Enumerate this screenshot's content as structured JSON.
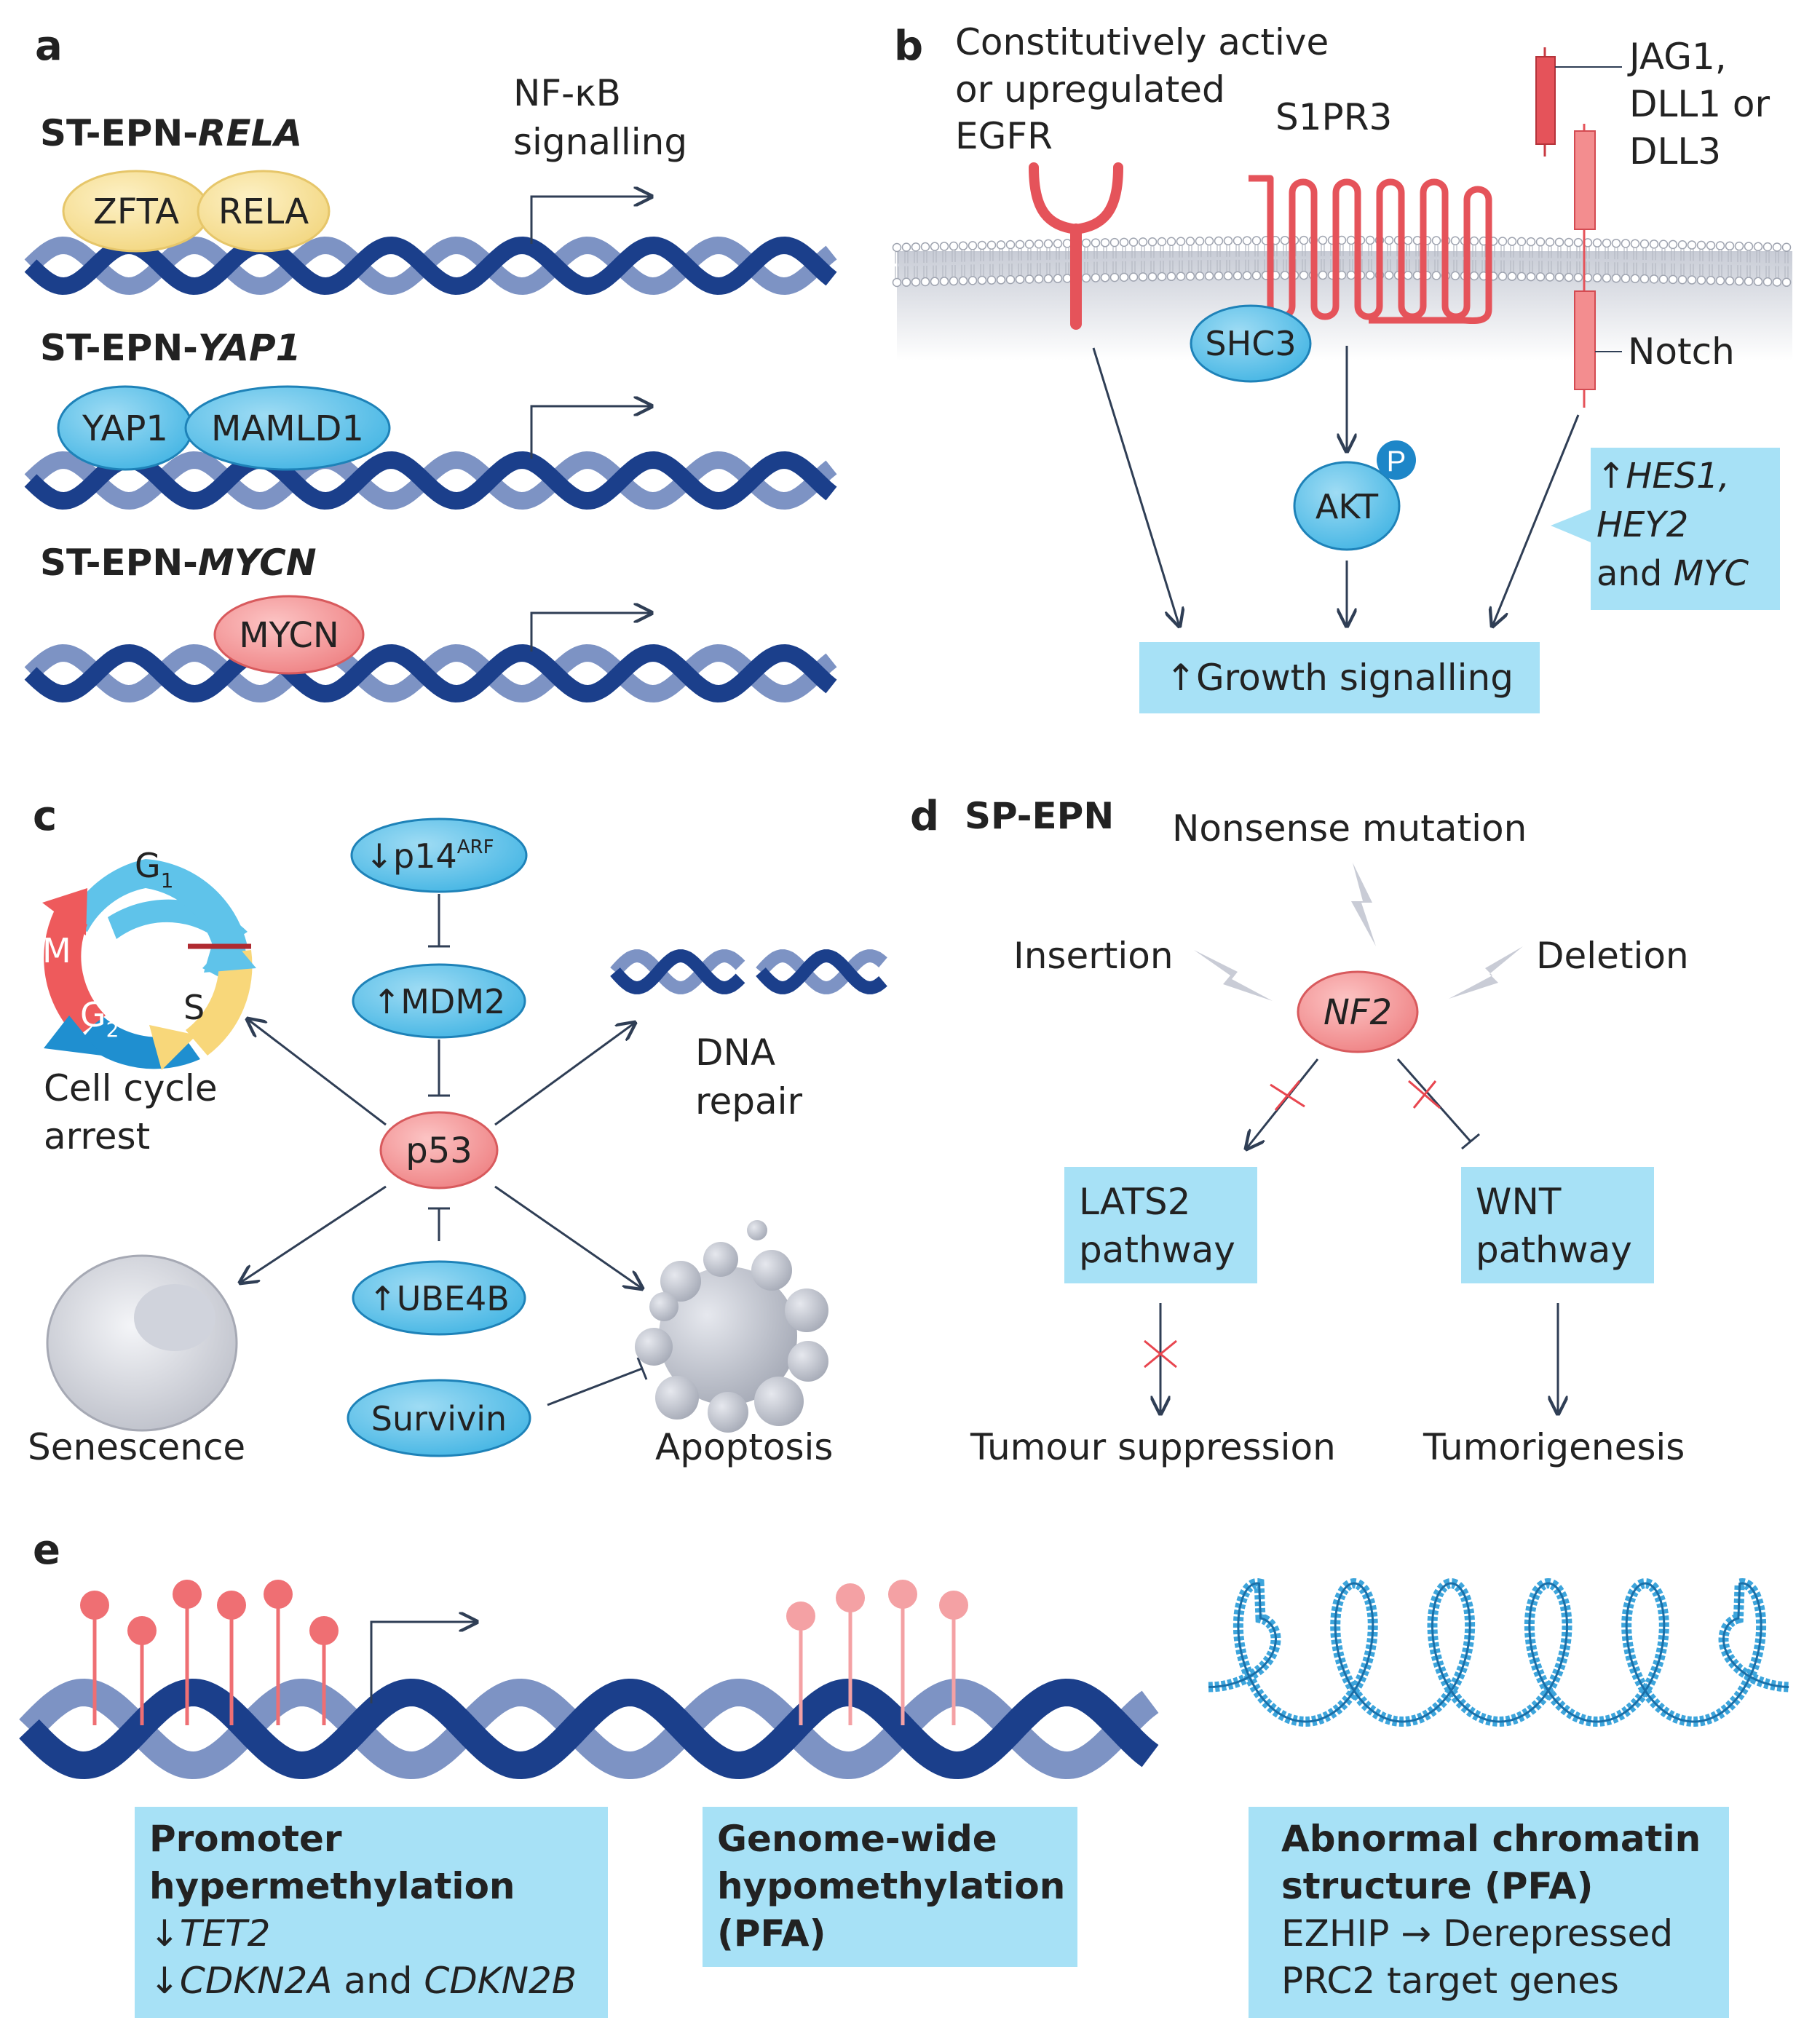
{
  "colors": {
    "dna_dark": "#1b3f8b",
    "dna_light": "#7d93c4",
    "yellow": "#f8e29a",
    "blue_oval": "#5fc3ea",
    "pink_oval": "#f6a3a3",
    "red": "#e8464f",
    "cyan_box": "#a7e1f6",
    "gray": "#c9ccd6"
  },
  "panel_a": {
    "letter": "a",
    "nfkb_label_1": "NF-κB",
    "nfkb_label_2": "signalling",
    "rows": [
      {
        "prefix": "ST-EPN-",
        "gene": "RELA",
        "proteins": [
          "ZFTA",
          "RELA"
        ]
      },
      {
        "prefix": "ST-EPN-",
        "gene": "YAP1",
        "proteins": [
          "YAP1",
          "MAMLD1"
        ]
      },
      {
        "prefix": "ST-EPN-",
        "gene": "MYCN",
        "proteins": [
          "MYCN"
        ]
      }
    ]
  },
  "panel_b": {
    "letter": "b",
    "egfr_label": [
      "Constitutively active",
      "or upregulated",
      "EGFR"
    ],
    "s1pr3_label": "S1PR3",
    "jag_label": [
      "JAG1,",
      "DLL1 or",
      "DLL3"
    ],
    "notch_label": "Notch",
    "shc3": "SHC3",
    "akt": "AKT",
    "phospho": "P",
    "targets": {
      "arrow": "↑",
      "line1": "HES1,",
      "line2": "HEY2",
      "line3_prefix": "and ",
      "line3_gene": "MYC"
    },
    "growth": "↑Growth signalling"
  },
  "panel_c": {
    "letter": "c",
    "p14": "↓p14",
    "p14_sup": "ARF",
    "mdm2": "↑MDM2",
    "p53": "p53",
    "ube4b": "↑UBE4B",
    "survivin": "Survivin",
    "cycle_labels": {
      "g1": "G",
      "g1_sub": "1",
      "s": "S",
      "g2": "G",
      "g2_sub": "2",
      "m": "M"
    },
    "cell_cycle": [
      "Cell cycle",
      "arrest"
    ],
    "dna_repair": [
      "DNA",
      "repair"
    ],
    "senescence": "Senescence",
    "apoptosis": "Apoptosis"
  },
  "panel_d": {
    "letter": "d",
    "title": "SP-EPN",
    "nonsense": "Nonsense mutation",
    "insertion": "Insertion",
    "deletion": "Deletion",
    "nf2": "NF2",
    "lats2": [
      "LATS2",
      "pathway"
    ],
    "wnt": [
      "WNT",
      "pathway"
    ],
    "tumour_suppression": "Tumour suppression",
    "tumorigenesis": "Tumorigenesis"
  },
  "panel_e": {
    "letter": "e",
    "box1": {
      "title1": "Promoter",
      "title2": "hypermethylation",
      "l1_arrow": "↓",
      "l1": "TET2",
      "l2_arrow": "↓",
      "l2a": "CDKN2A",
      "l2b": " and ",
      "l2c": "CDKN2B"
    },
    "box2": {
      "title1": "Genome-wide",
      "title2": "hypomethylation",
      "title3": "(PFA)"
    },
    "box3": {
      "title1": "Abnormal chromatin",
      "title2": "structure (PFA)",
      "l1": "EZHIP → Derepressed",
      "l2": "PRC2 target genes"
    }
  }
}
